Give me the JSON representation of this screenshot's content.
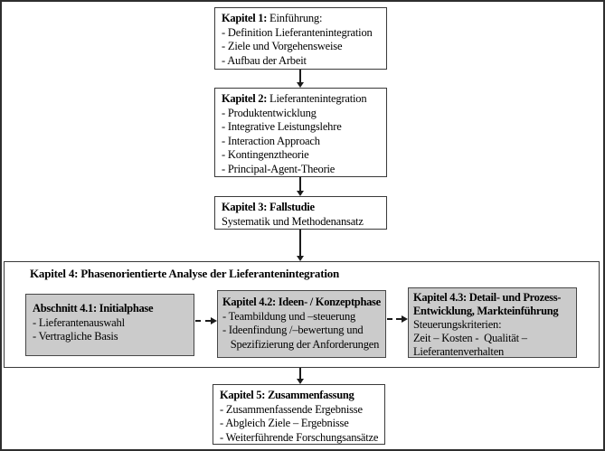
{
  "kapitel4": {
    "title": "Kapitel 4: Phasenorientierte Analyse der Lieferantenintegration"
  },
  "boxes": {
    "kapitel1": {
      "title_bold": "Kapitel 1:",
      "title_rest": " Einführung:",
      "lines": [
        "- Definition Lieferantenintegration",
        "- Ziele und Vorgehensweise",
        "- Aufbau der Arbeit"
      ]
    },
    "kapitel2": {
      "title_bold": "Kapitel 2:",
      "title_rest": " Lieferantenintegration",
      "lines": [
        "- Produktentwicklung",
        "- Integrative Leistungslehre",
        "- Interaction Approach",
        "- Kontingenztheorie",
        "- Principal-Agent-Theorie"
      ]
    },
    "kapitel3": {
      "title_bold": "Kapitel 3: Fallstudie",
      "title_rest": "",
      "lines": [
        "Systematik und Methodenansatz"
      ]
    },
    "abschnitt41": {
      "title_bold": "Abschnitt 4.1: Initialphase",
      "title_rest": "",
      "lines": [
        "- Lieferantenauswahl",
        "- Vertragliche Basis"
      ]
    },
    "kapitel42": {
      "title_bold": "Kapitel 4.2: Ideen- / Konzeptphase",
      "title_rest": "",
      "lines": [
        "- Teambildung und –steuerung",
        "- Ideenfindung /–bewertung und",
        "   Spezifizierung der Anforderungen"
      ]
    },
    "kapitel43": {
      "title_bold": "Kapitel 4.3: Detail- und Prozess-\nEntwicklung, Markteinführung",
      "title_rest": "",
      "lines": [
        "Steuerungskriterien:",
        "Zeit – Kosten -  Qualität –",
        "Lieferantenverhalten"
      ]
    },
    "kapitel5": {
      "title_bold": "Kapitel 5: Zusammenfassung",
      "title_rest": "",
      "lines": [
        "- Zusammenfassende Ergebnisse",
        "- Abgleich Ziele – Ergebnisse",
        "- Weiterführende Forschungsansätze"
      ]
    }
  },
  "colors": {
    "phase_box_fill": "#cbcbcb",
    "box_border": "#3a3a3a",
    "arrow": "#1b1b1b",
    "outer_frame": "#2e2e2e",
    "background": "#ffffff"
  }
}
